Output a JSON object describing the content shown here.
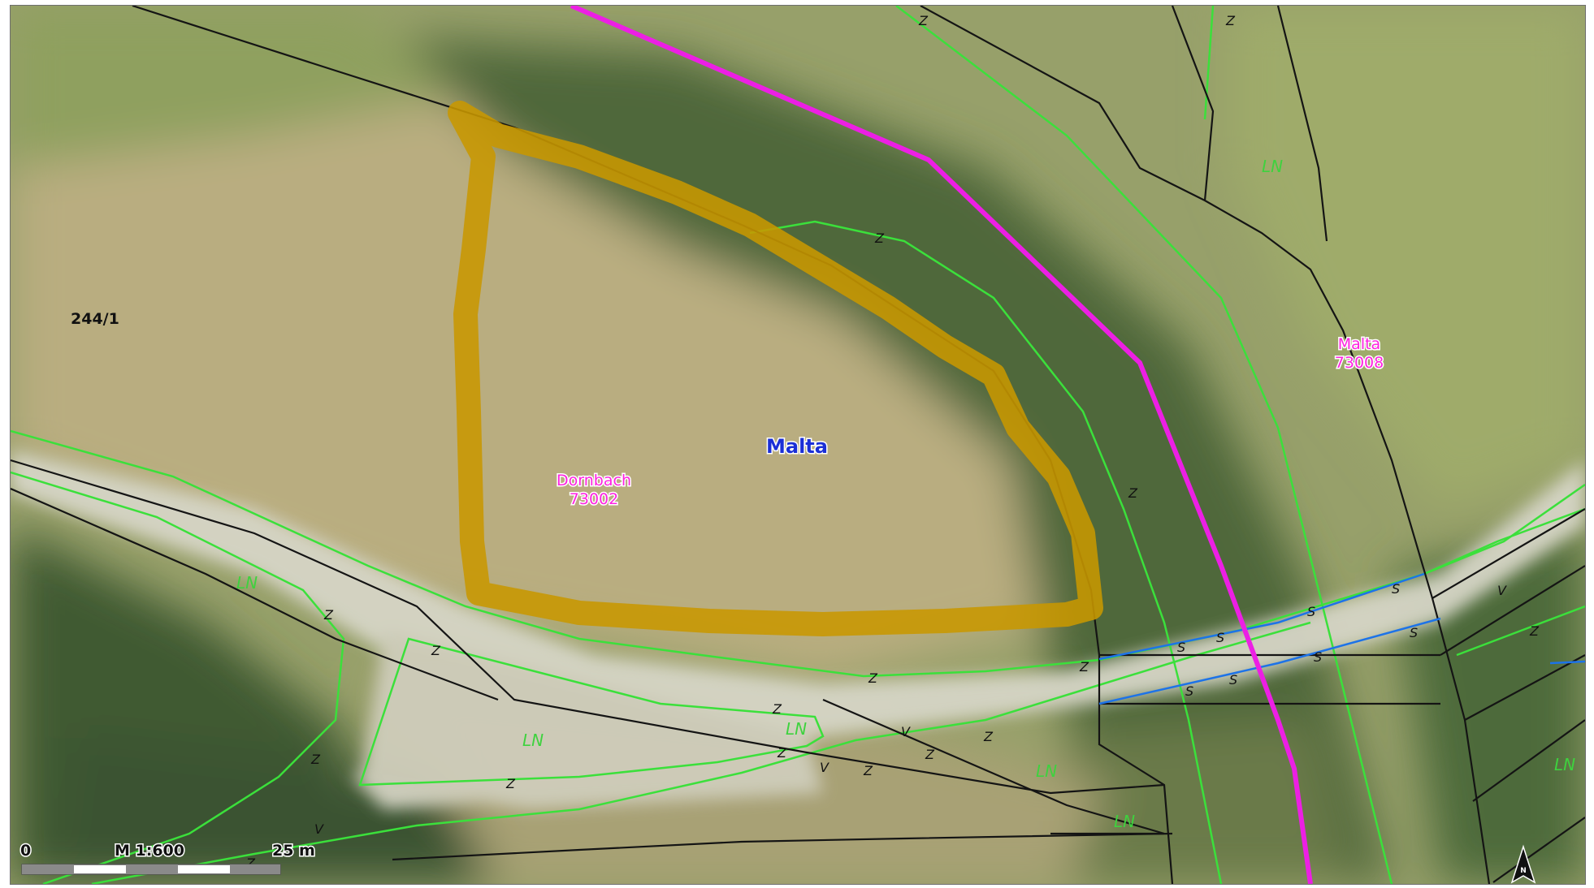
{
  "map": {
    "parcel_label": "244/1",
    "kg_dornbach": {
      "name": "Dornbach",
      "code": "73002"
    },
    "kg_malta": {
      "name": "Malta",
      "code": "73008"
    },
    "place_label": "Malta",
    "landuse_ln": "LN",
    "markers": {
      "z": "Z",
      "v": "V",
      "s": "S"
    }
  },
  "scale_bar": {
    "start_label": "0",
    "scale_label": "M 1:600",
    "end_label": "25 m"
  },
  "north_arrow": {
    "letter": "N"
  },
  "colors": {
    "parcel_line": "#111111",
    "landuse_line": "#39e039",
    "municipal_boundary": "#e61fe0",
    "highlight": "#c89400",
    "water": "#1e6fe8",
    "road": "#d9d7c8",
    "meadow": "#a9a877",
    "forest": "#4a5f33"
  }
}
